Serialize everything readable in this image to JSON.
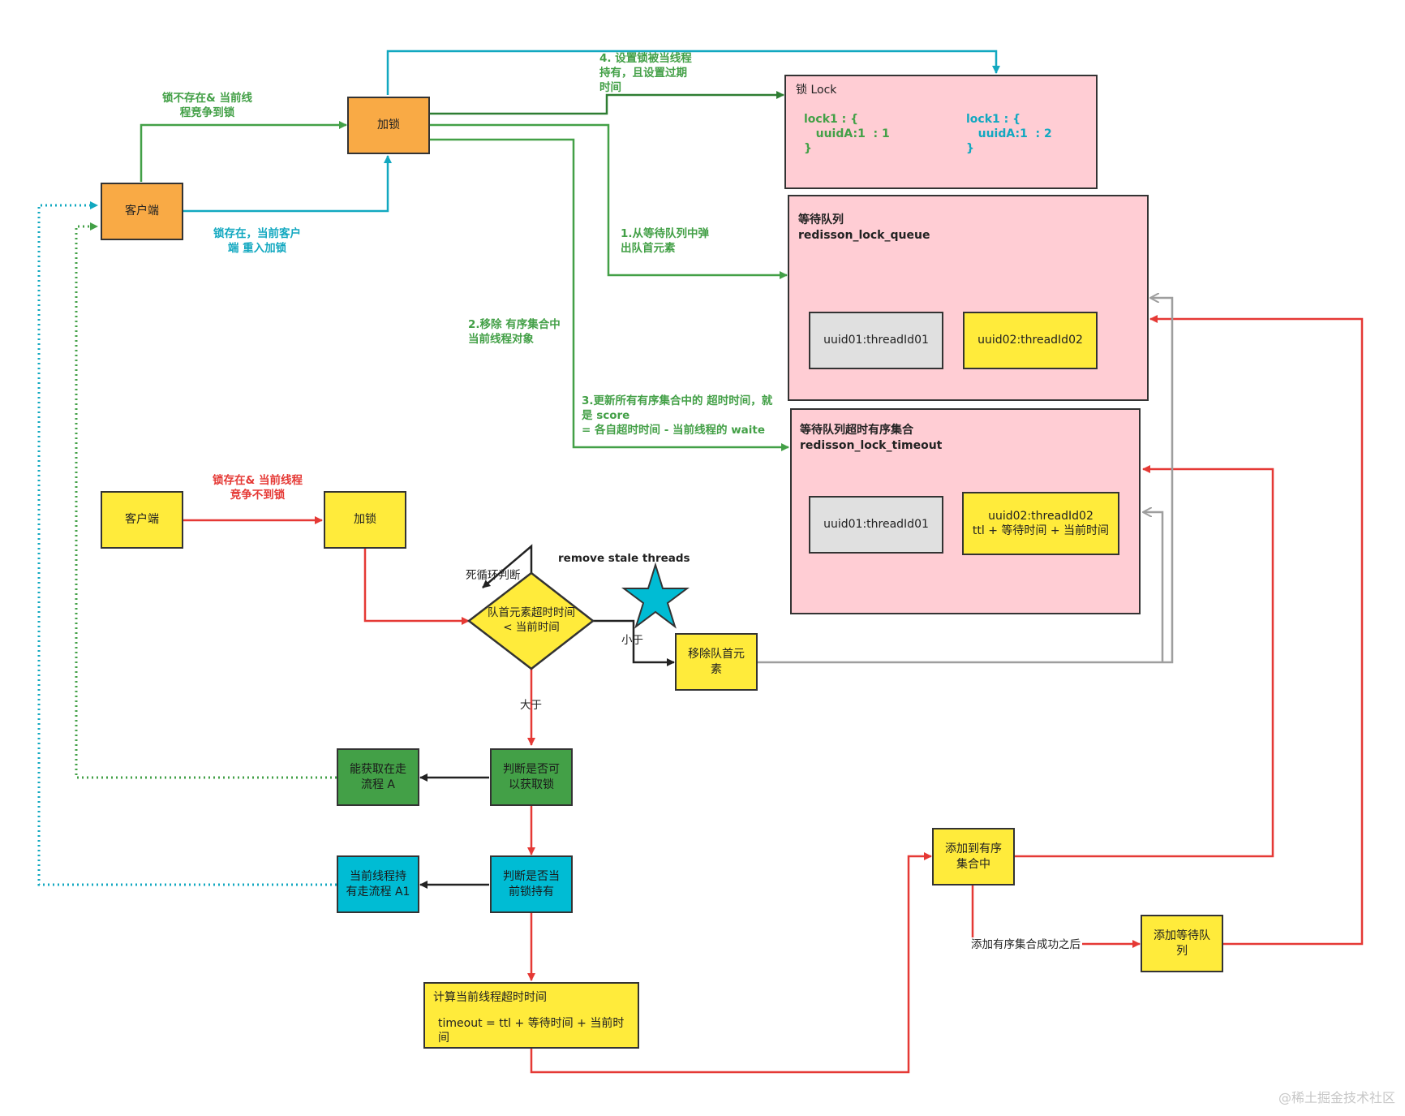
{
  "nodes": {
    "client_top": "客户端",
    "lock_top": "加锁",
    "client_bottom": "客户端",
    "lock_bottom": "加锁",
    "decision": "队首元素超时时间\n< 当前时间",
    "remove_first": "移除队首元\n素",
    "can_acquire_check": "判断是否可\n以获取锁",
    "can_acquire_a": "能获取在走\n流程 A",
    "held_check": "判断是否当\n前锁持有",
    "held_a1": "当前线程持\n有走流程 A1",
    "calc_timeout_title": "计算当前线程超时时间",
    "calc_timeout_formula": "timeout = ttl + 等待时间 + 当前时\n间",
    "add_sorted_set": "添加到有序\n集合中",
    "add_queue": "添加等待队\n列"
  },
  "lock_box": {
    "title": "锁 Lock",
    "state_a": "lock1 : {\n   uuidA:1  : 1\n}",
    "state_b": "lock1 : {\n   uuidA:1  : 2\n}"
  },
  "queue_box": {
    "title": "等待队列\nredisson_lock_queue",
    "item1": "uuid01:threadId01",
    "item2": "uuid02:threadId02"
  },
  "timeout_box": {
    "title": "等待队列超时有序集合\nredisson_lock_timeout",
    "item1": "uuid01:threadId01",
    "item2": "uuid02:threadId02\nttl + 等待时间 + 当前时间"
  },
  "labels": {
    "not_exist": "锁不存在& 当前线\n程竞争到锁",
    "reentrant": "锁存在，当前客户\n端 重入加锁",
    "set_lock": "4. 设置锁被当线程\n持有，且设置过期\n时间",
    "pop_queue": "1.从等待队列中弹\n出队首元素",
    "remove_zset": "2.移除 有序集合中\n当前线程对象",
    "update_score": "3.更新所有有序集合中的 超时时间，就\n是 score\n= 各自超时时间 -  当前线程的 waite",
    "exists_fail": "锁存在& 当前线程\n竞争不到锁",
    "loop": "死循环判断",
    "remove_stale": "remove stale threads",
    "less": "小于",
    "greater": "大于",
    "after_add": "添加有序集合成功之后"
  },
  "watermark": "@稀土掘金技术社区",
  "colors": {
    "green": "#43a047",
    "cyan": "#12a8c0",
    "red": "#e53935",
    "gray": "#9e9e9e",
    "dark": "#222222"
  }
}
